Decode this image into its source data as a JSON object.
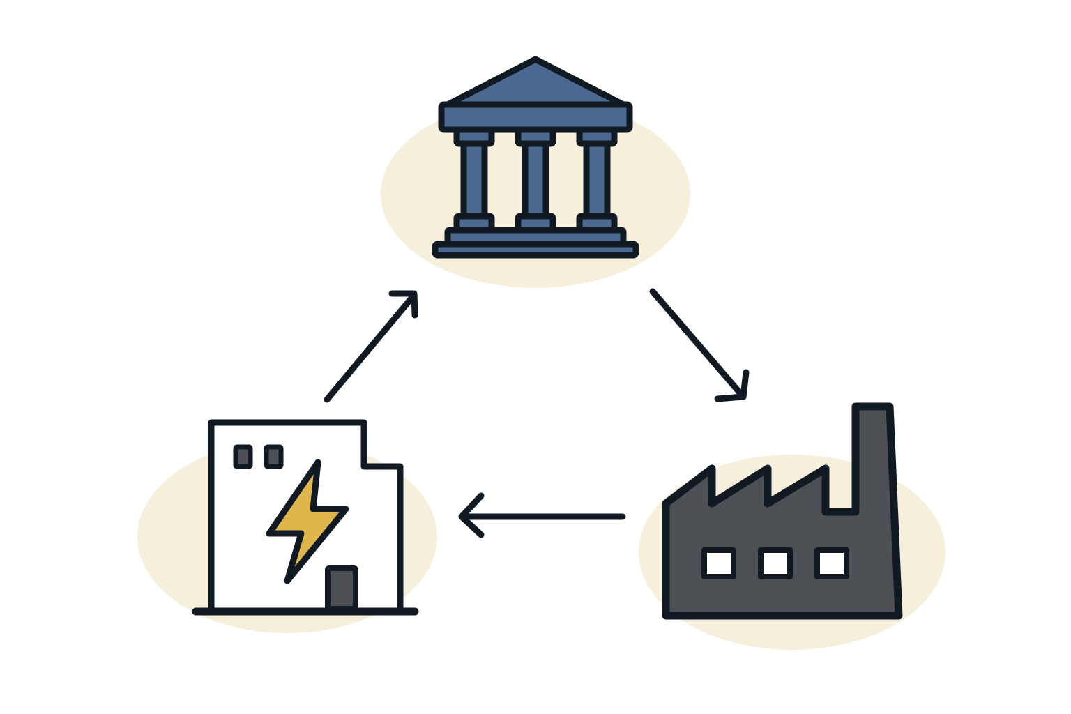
{
  "colors": {
    "background": "#ffffff",
    "halo": "#f5efdc",
    "outline": "#111a22",
    "bank_fill": "#4a6890",
    "factory_fill": "#4d5055",
    "plant_fill": "#ffffff",
    "bolt_fill": "#dfb64c",
    "window_fill": "#4d5055",
    "door_fill": "#4d5055",
    "arrow": "#111a22"
  },
  "nodes": [
    {
      "id": "bank",
      "icon": "bank-icon",
      "halo": "bank-halo"
    },
    {
      "id": "factory",
      "icon": "factory-icon",
      "halo": "factory-halo"
    },
    {
      "id": "power-plant",
      "icon": "power-plant-icon",
      "halo": "power-plant-halo"
    }
  ],
  "edges": [
    {
      "from": "bank",
      "to": "factory",
      "icon": "arrow-down-right-icon"
    },
    {
      "from": "factory",
      "to": "power-plant",
      "icon": "arrow-left-icon"
    },
    {
      "from": "power-plant",
      "to": "bank",
      "icon": "arrow-up-right-icon"
    }
  ]
}
